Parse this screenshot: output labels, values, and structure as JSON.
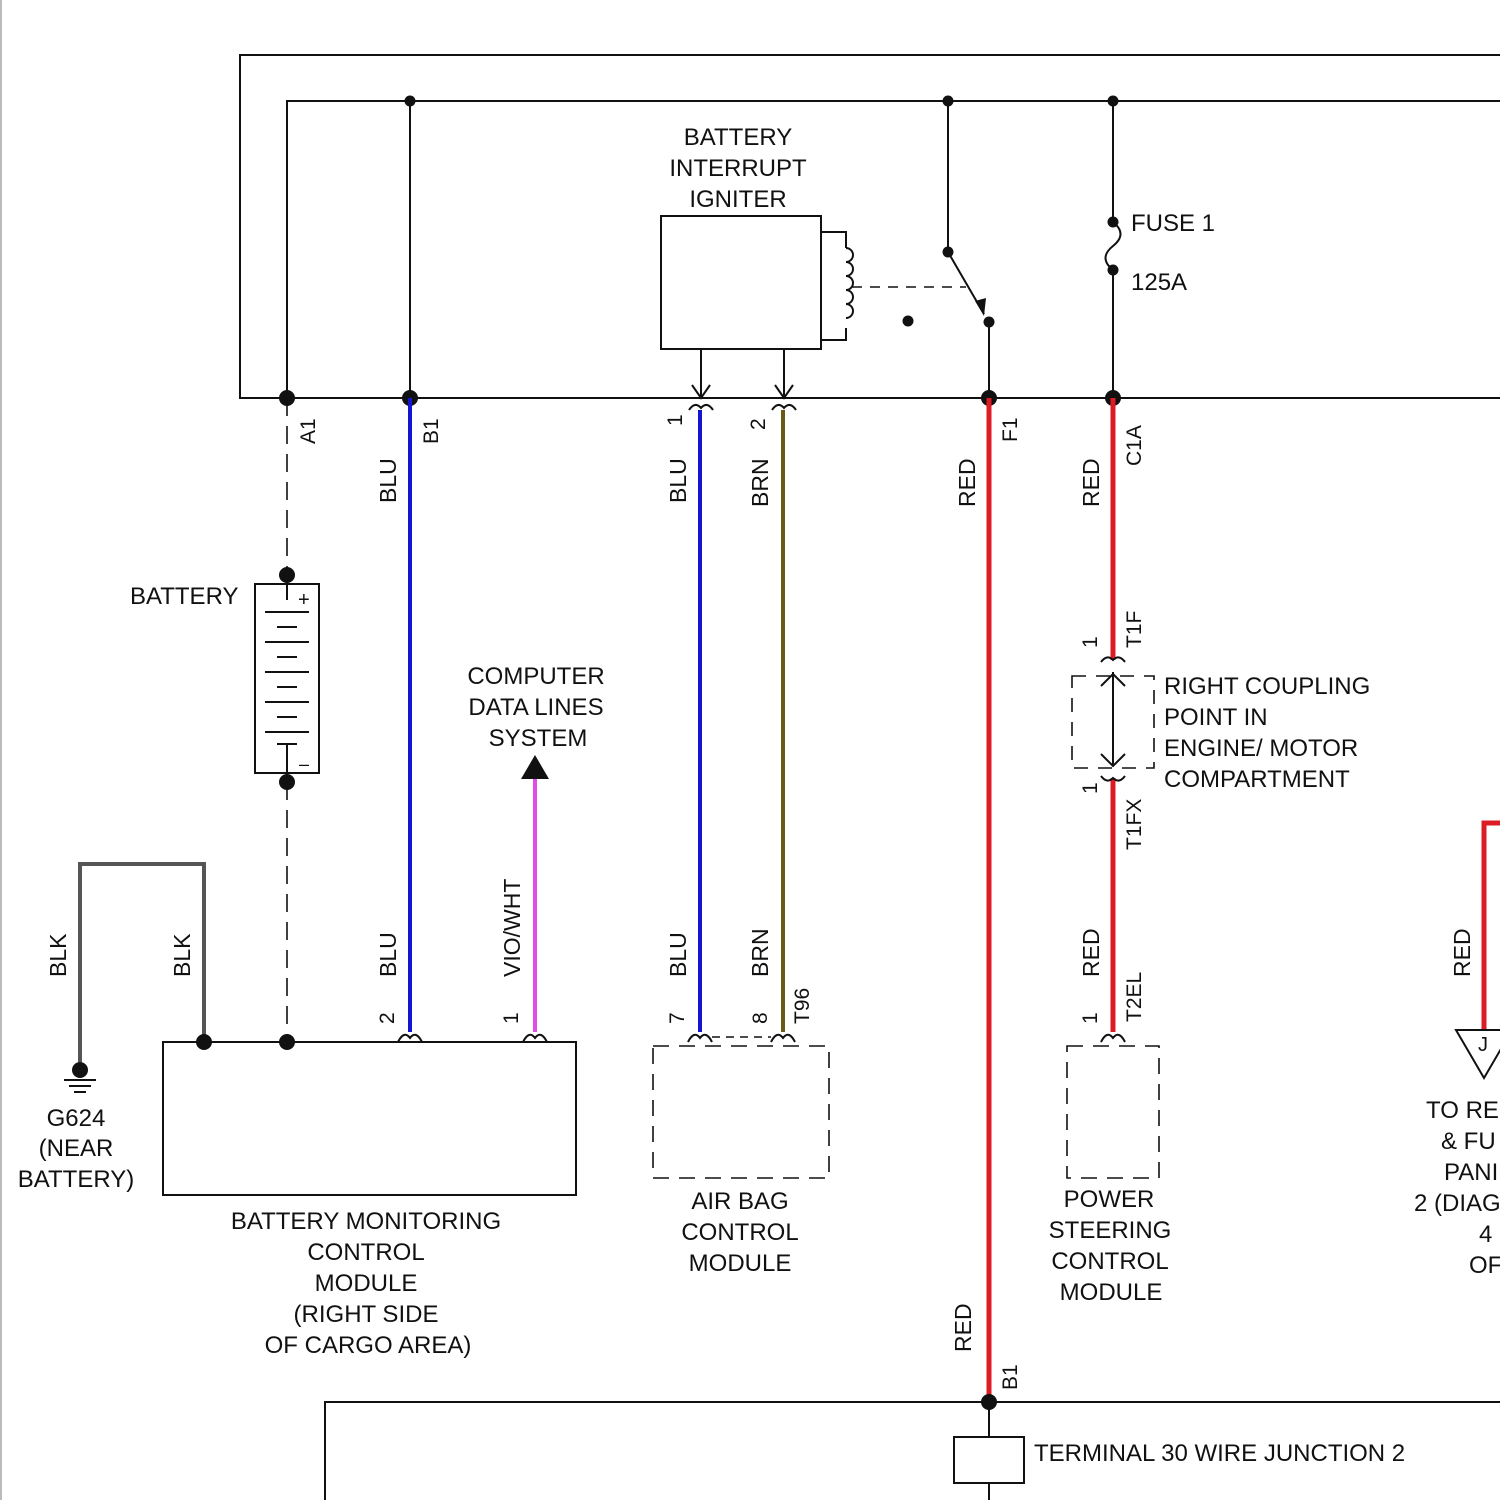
{
  "colors": {
    "blu": "#1414d2",
    "brn": "#6b5a14",
    "red": "#dc1c24",
    "vio_wht": "#e14be6",
    "blk": "#555555",
    "line": "#111111"
  },
  "components": {
    "battery_interrupt": [
      "BATTERY",
      "INTERRUPT",
      "IGNITER"
    ],
    "fuse": {
      "name": "FUSE 1",
      "rating": "125A"
    },
    "battery": {
      "label": "BATTERY",
      "plus": "+",
      "minus": "–"
    },
    "computer_data": [
      "COMPUTER",
      "DATA LINES",
      "SYSTEM"
    ],
    "right_coupling": [
      "RIGHT COUPLING",
      "POINT IN",
      "ENGINE/ MOTOR",
      "COMPARTMENT"
    ],
    "ground": [
      "G624",
      "(NEAR",
      "BATTERY)"
    ],
    "bmcm": [
      "BATTERY MONITORING",
      "CONTROL",
      "MODULE",
      "(RIGHT SIDE",
      "OF CARGO AREA)"
    ],
    "airbag": [
      "AIR BAG",
      "CONTROL",
      "MODULE"
    ],
    "power_steering": [
      "POWER",
      "STEERING",
      "CONTROL",
      "MODULE"
    ],
    "to_relay": [
      "TO RE",
      "& FU",
      "PANI",
      "2 (DIAG",
      "4",
      "OF"
    ],
    "terminal30": "TERMINAL 30 WIRE JUNCTION 2",
    "connector_j": "J"
  },
  "connectors": {
    "a1": "A1",
    "b1": "B1",
    "f1": "F1",
    "c1a": "C1A",
    "t1f": "T1F",
    "t1fx": "T1FX",
    "t2el": "T2EL",
    "t96": "T96",
    "b1_bottom": "B1"
  },
  "pins": {
    "igniter_1": "1",
    "igniter_2": "2",
    "bmcm_2": "2",
    "bmcm_1": "1",
    "airbag_7": "7",
    "airbag_8": "8",
    "t1f_1": "1",
    "t1fx_1": "1",
    "t2el_1": "1"
  },
  "wires": {
    "blu_top": "BLU",
    "blu_bottom": "BLU",
    "blu2_top": "BLU",
    "blu2_bottom": "BLU",
    "brn_top": "BRN",
    "brn_bottom": "BRN",
    "red_f1": "RED",
    "red_b1": "RED",
    "red_c1a": "RED",
    "red_t2el": "RED",
    "vio_wht": "VIO/WHT",
    "blk_left": "BLK",
    "blk_right": "BLK",
    "red_right": "RED"
  }
}
